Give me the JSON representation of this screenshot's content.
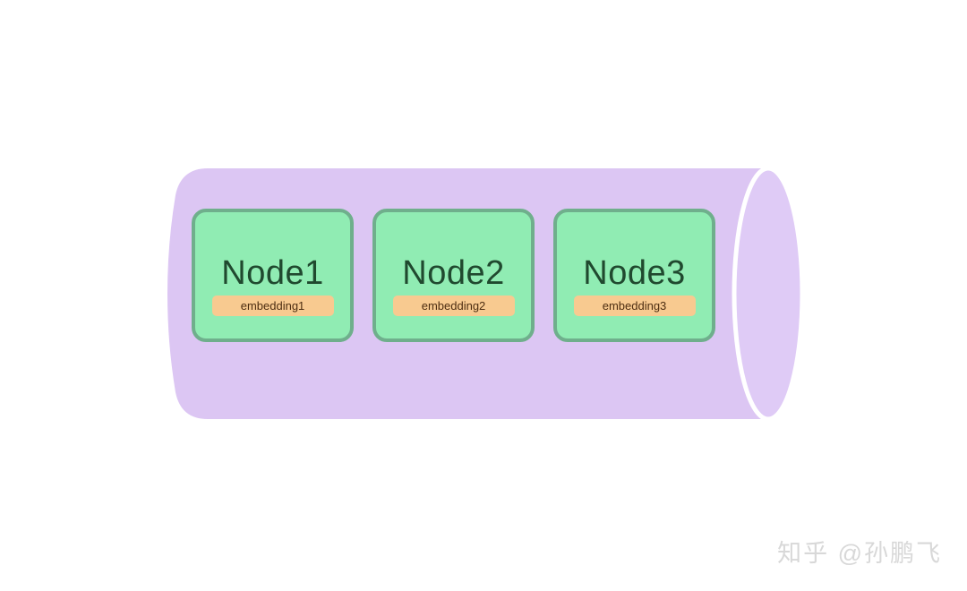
{
  "page": {
    "background": "#ffffff"
  },
  "diagram": {
    "cylinder": {
      "body_fill": "#dcc6f3",
      "cap_fill": "#dfcbf6",
      "seam_color": "#ffffff"
    },
    "nodes": [
      {
        "label": "Node1",
        "embedding": "embedding1"
      },
      {
        "label": "Node2",
        "embedding": "embedding2"
      },
      {
        "label": "Node3",
        "embedding": "embedding3"
      }
    ],
    "node_style": {
      "fill": "#90ecb3",
      "border_color": "#6faf8c",
      "label_color": "#20492f"
    },
    "embedding_style": {
      "fill": "#f8ca90",
      "text_color": "#4d2e12"
    }
  },
  "watermark": {
    "text": "知乎 @孙鹏飞",
    "color": "#d8d8d8"
  }
}
